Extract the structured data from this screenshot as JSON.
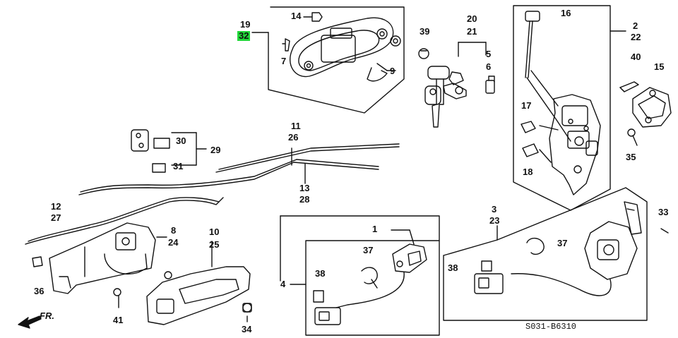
{
  "diagram": {
    "highlight_color": "#22d83a",
    "front_indicator": "FR.",
    "diagram_code": "S031-B6310",
    "callouts": {
      "c19": "19",
      "c32": "32",
      "c14": "14",
      "c7": "7",
      "c9": "9",
      "c39": "39",
      "c20": "20",
      "c21": "21",
      "c5": "5",
      "c6": "6",
      "c16": "16",
      "c2": "2",
      "c22": "22",
      "c40": "40",
      "c15": "15",
      "c17": "17",
      "c18": "18",
      "c35": "35",
      "c11": "11",
      "c26a": "26",
      "c30": "30",
      "c29": "29",
      "c31": "31",
      "c13": "13",
      "c28": "28",
      "c12": "12",
      "c27": "27",
      "c8": "8",
      "c24": "24",
      "c10": "10",
      "c25": "25",
      "c36": "36",
      "c41": "41",
      "c34": "34",
      "c1": "1",
      "c37a": "37",
      "c38a": "38",
      "c4": "4",
      "c3": "3",
      "c23": "23",
      "c33": "33",
      "c37b": "37",
      "c38b": "38"
    }
  }
}
